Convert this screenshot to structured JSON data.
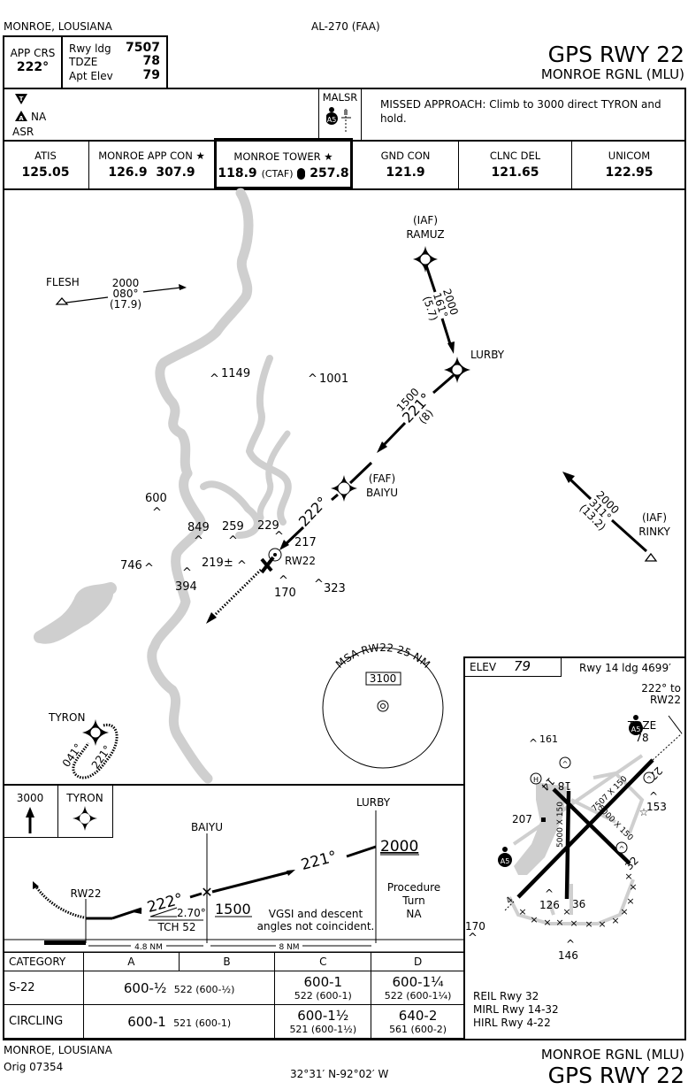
{
  "header": {
    "location": "MONROE, LOUSIANA",
    "chart_id": "AL-270 (FAA)",
    "title": "GPS RWY 22",
    "airport": "MONROE RGNL (MLU)",
    "app_crs_label": "APP CRS",
    "app_crs_value": "222°",
    "rwy_ldg_label": "Rwy ldg",
    "rwy_ldg_value": "7507",
    "tdze_label": "TDZE",
    "tdze_value": "78",
    "apt_elev_label": "Apt Elev",
    "apt_elev_value": "79"
  },
  "notes": {
    "takeoff_symbol": "T",
    "alt_symbol": "A",
    "alt_na": "NA",
    "asr": "ASR",
    "lighting": "MALSR",
    "lighting_badge": "A5",
    "missed_approach": "MISSED APPROACH: Climb to 3000 direct TYRON and hold."
  },
  "frequencies": [
    {
      "label": "ATIS",
      "value": "125.05"
    },
    {
      "label": "MONROE APP CON ★",
      "value": "126.9  307.9"
    },
    {
      "label": "MONROE TOWER ★",
      "value": "118.9",
      "ctaf": "(CTAF)",
      "value2": "257.8"
    },
    {
      "label": "GND CON",
      "value": "121.9"
    },
    {
      "label": "CLNC DEL",
      "value": "121.65"
    },
    {
      "label": "UNICOM",
      "value": "122.95"
    }
  ],
  "plan_view": {
    "fixes": {
      "flesh": "FLESH",
      "ramuz_iaf": "(IAF)",
      "ramuz": "RAMUZ",
      "lurby": "LURBY",
      "baiyu_faf": "(FAF)",
      "baiyu": "BAIYU",
      "rinky_iaf": "(IAF)",
      "rinky": "RINKY",
      "tyron": "TYRON",
      "rw22": "RW22"
    },
    "legs": {
      "flesh_alt": "2000",
      "flesh_crs": "080°",
      "flesh_dist": "(17.9)",
      "ramuz_alt": "2000",
      "ramuz_crs": "161°",
      "ramuz_dist": "(5.7)",
      "lurby_alt": "1500",
      "lurby_crs": "221°",
      "lurby_dist": "(8)",
      "final_crs": "222°",
      "rinky_alt": "2000",
      "rinky_crs": "311°",
      "rinky_dist": "(13.2)",
      "hold_in": "041°",
      "hold_out": "221°"
    },
    "obstacles": [
      "1149",
      "1001",
      "600",
      "849",
      "259",
      "229",
      "217",
      "746",
      "219±",
      "394",
      "170",
      "323"
    ],
    "msa": {
      "label": "MSA RW22 25 NM",
      "altitude": "3100"
    }
  },
  "airport_diagram": {
    "elev_label": "ELEV",
    "elev_value": "79",
    "rwy14": "Rwy 14 ldg 4699′",
    "crs_note": "222° to",
    "crs_note2": "RW22",
    "tdze_label": "TDZE",
    "tdze_value": "78",
    "obstacles": [
      "161",
      "153",
      "207",
      "126",
      "146",
      "170"
    ],
    "runways": {
      "r4_22": "7507 X 150",
      "r18_36": "5000 X 150",
      "r14_32": "5000 X 150",
      "end_18": "18",
      "end_36": "36",
      "end_14": "14",
      "end_32": "32",
      "end_22": "22",
      "end_4": "4"
    },
    "lighting": [
      "REIL Rwy 32",
      "MIRL Rwy 14-32",
      "HIRL Rwy 4-22"
    ]
  },
  "profile": {
    "ma_alt": "3000",
    "ma_fix": "TYRON",
    "baiyu": "BAIYU",
    "lurby": "LURBY",
    "rw22": "RW22",
    "alt_lurby": "2000",
    "alt_baiyu": "1500",
    "crs_outer": "221°",
    "crs_final": "222°",
    "gpa": "2.70°",
    "tch": "TCH 52",
    "vgsi_note": "VGSI and descent angles not coincident.",
    "pt_note": "Procedure Turn NA",
    "dist1": "4.8 NM",
    "dist2": "8 NM"
  },
  "minimums": {
    "headers": [
      "CATEGORY",
      "A",
      "B",
      "C",
      "D"
    ],
    "rows": [
      {
        "name": "S-22",
        "ab_main": "600-½",
        "ab_sub": "522 (600-½)",
        "c_main": "600-1",
        "c_sub": "522 (600-1)",
        "d_main": "600-1¼",
        "d_sub": "522 (600-1¼)"
      },
      {
        "name": "CIRCLING",
        "ab_main": "600-1",
        "ab_sub": "521 (600-1)",
        "c_main": "600-1½",
        "c_sub": "521 (600-1½)",
        "d_main": "640-2",
        "d_sub": "561 (600-2)"
      }
    ]
  },
  "footer": {
    "location": "MONROE, LOUSIANA",
    "orig": "Orig 07354",
    "coords": "32°31′ N-92°02′ W",
    "airport": "MONROE RGNL (MLU)",
    "title": "GPS RWY 22"
  }
}
